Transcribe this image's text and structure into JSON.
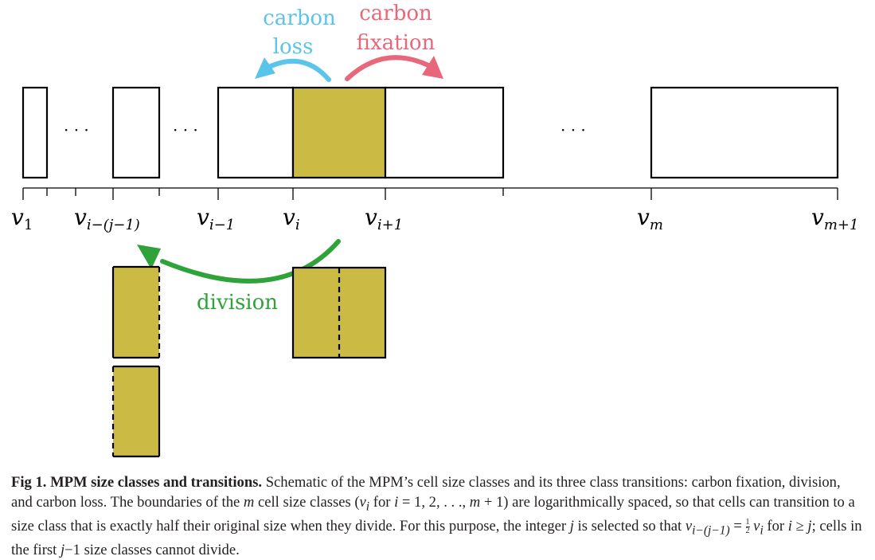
{
  "labels": {
    "carbon_loss_1": "carbon",
    "carbon_loss_2": "loss",
    "carbon_fixation_1": "carbon",
    "carbon_fixation_2": "fixation",
    "division": "division",
    "dots": "· · ·"
  },
  "axis": {
    "v1": "v",
    "v1_sub": "1",
    "vij": "v",
    "vij_sub": "i−(j−1)",
    "vim1": "v",
    "vim1_sub": "i−1",
    "vi": "v",
    "vi_sub": "i",
    "vip1": "v",
    "vip1_sub": "i+1",
    "vm": "v",
    "vm_sub": "m",
    "vmp1": "v",
    "vmp1_sub": "m+1"
  },
  "colors": {
    "carbon_loss": "#5bc4ea",
    "carbon_fixation": "#e8677a",
    "division": "#2fa23a",
    "cell_fill": "#cbbb44",
    "outline": "#000000"
  },
  "caption": {
    "title": "Fig 1. MPM size classes and transitions.",
    "p1": " Schematic of the MPM’s cell size classes and its three class transitions: carbon fixation, division, and carbon loss. The boundaries of the ",
    "m1": "m",
    "p2": " cell size classes (",
    "v": "v",
    "i_sub": "i",
    "p3": " for ",
    "i1": "i",
    "p4": " = 1, 2, . . ., ",
    "m2": "m",
    "p5": " + 1) are logarithmically spaced, so that cells can transition to a size class that is exactly half their original size when they divide. For this purpose, the integer ",
    "j1": "j",
    "p6": " is selected so that ",
    "eq_v": "v",
    "eq_sub": "i−(j−1)",
    "eq_eq": " = ",
    "frac_num": "1",
    "frac_den": "2",
    "eq_v2": "v",
    "eq_sub2": "i",
    "p7": " for ",
    "i2": "i",
    "p8": " ≥ ",
    "j2": "j",
    "p9": "; cells in the first ",
    "j3": "j",
    "p10": "−1 size classes cannot divide."
  }
}
